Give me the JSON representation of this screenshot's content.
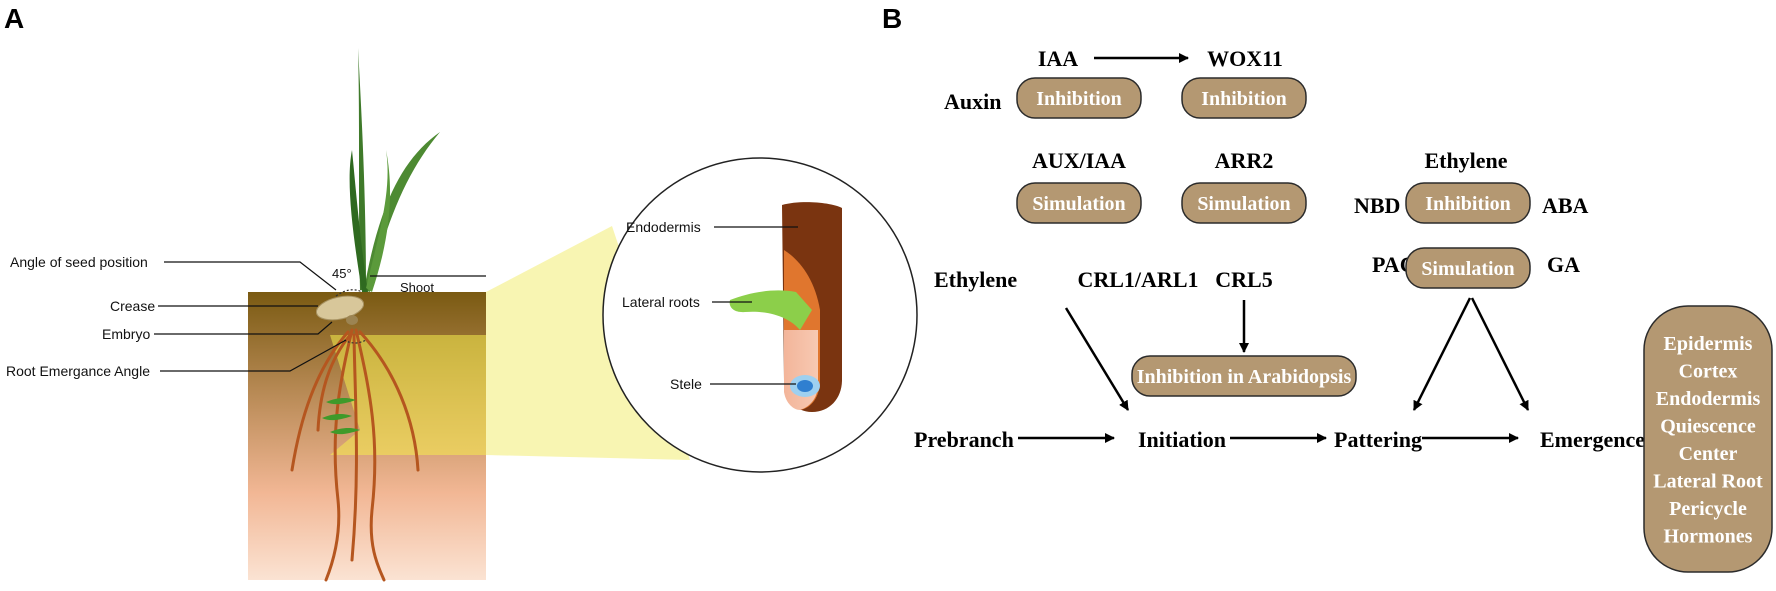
{
  "panel_a": {
    "letter": "A",
    "labels": {
      "angle_seed": "Angle of seed position",
      "crease": "Crease",
      "embryo": "Embryo",
      "root_emergence": "Root Emergance Angle",
      "angle_value": "45°",
      "shoot": "Shoot",
      "endodermis": "Endodermis",
      "lateral_roots": "Lateral roots",
      "stele": "Stele"
    },
    "colors": {
      "soil_top": "#7a5a12",
      "soil_bottom": "#f6c7a8",
      "leaf": "#3f7a2a",
      "root": "#b5561f",
      "seed": "#d8c79a",
      "highlight": "#f5ec4c",
      "root_cross_outer": "#7a3410",
      "root_cross_inner": "#e0762e",
      "lateral_root": "#8ccf4a",
      "stele": "#2f7fd0"
    }
  },
  "panel_b": {
    "letter": "B",
    "labels": {
      "iaa": "IAA",
      "wox11": "WOX11",
      "auxin": "Auxin",
      "aux_iaa": "AUX/IAA",
      "arr2": "ARR2",
      "ethylene_top": "Ethylene",
      "nbd": "NBD",
      "aba": "ABA",
      "pac": "PAC",
      "ga": "GA",
      "ethylene_left": "Ethylene",
      "crl1": "CRL1/ARL1",
      "crl5": "CRL5",
      "prebranch": "Prebranch",
      "initiation": "Initiation",
      "pattering": "Pattering",
      "emergence": "Emergence"
    },
    "pills": {
      "auxin_inhibition_1": "Inhibition",
      "auxin_inhibition_2": "Inhibition",
      "simulation_1": "Simulation",
      "simulation_2": "Simulation",
      "ethylene_inhibition": "Inhibition",
      "ethylene_simulation": "Simulation",
      "arabidopsis": "Inhibition in Arabidopsis"
    },
    "stack": [
      "Epidermis",
      "Cortex",
      "Endodermis",
      "Quiescence",
      "Center",
      "Lateral Root",
      "Pericycle",
      "Hormones"
    ],
    "colors": {
      "pill_fill": "#b49872",
      "pill_stroke": "#2b2b2b"
    }
  }
}
